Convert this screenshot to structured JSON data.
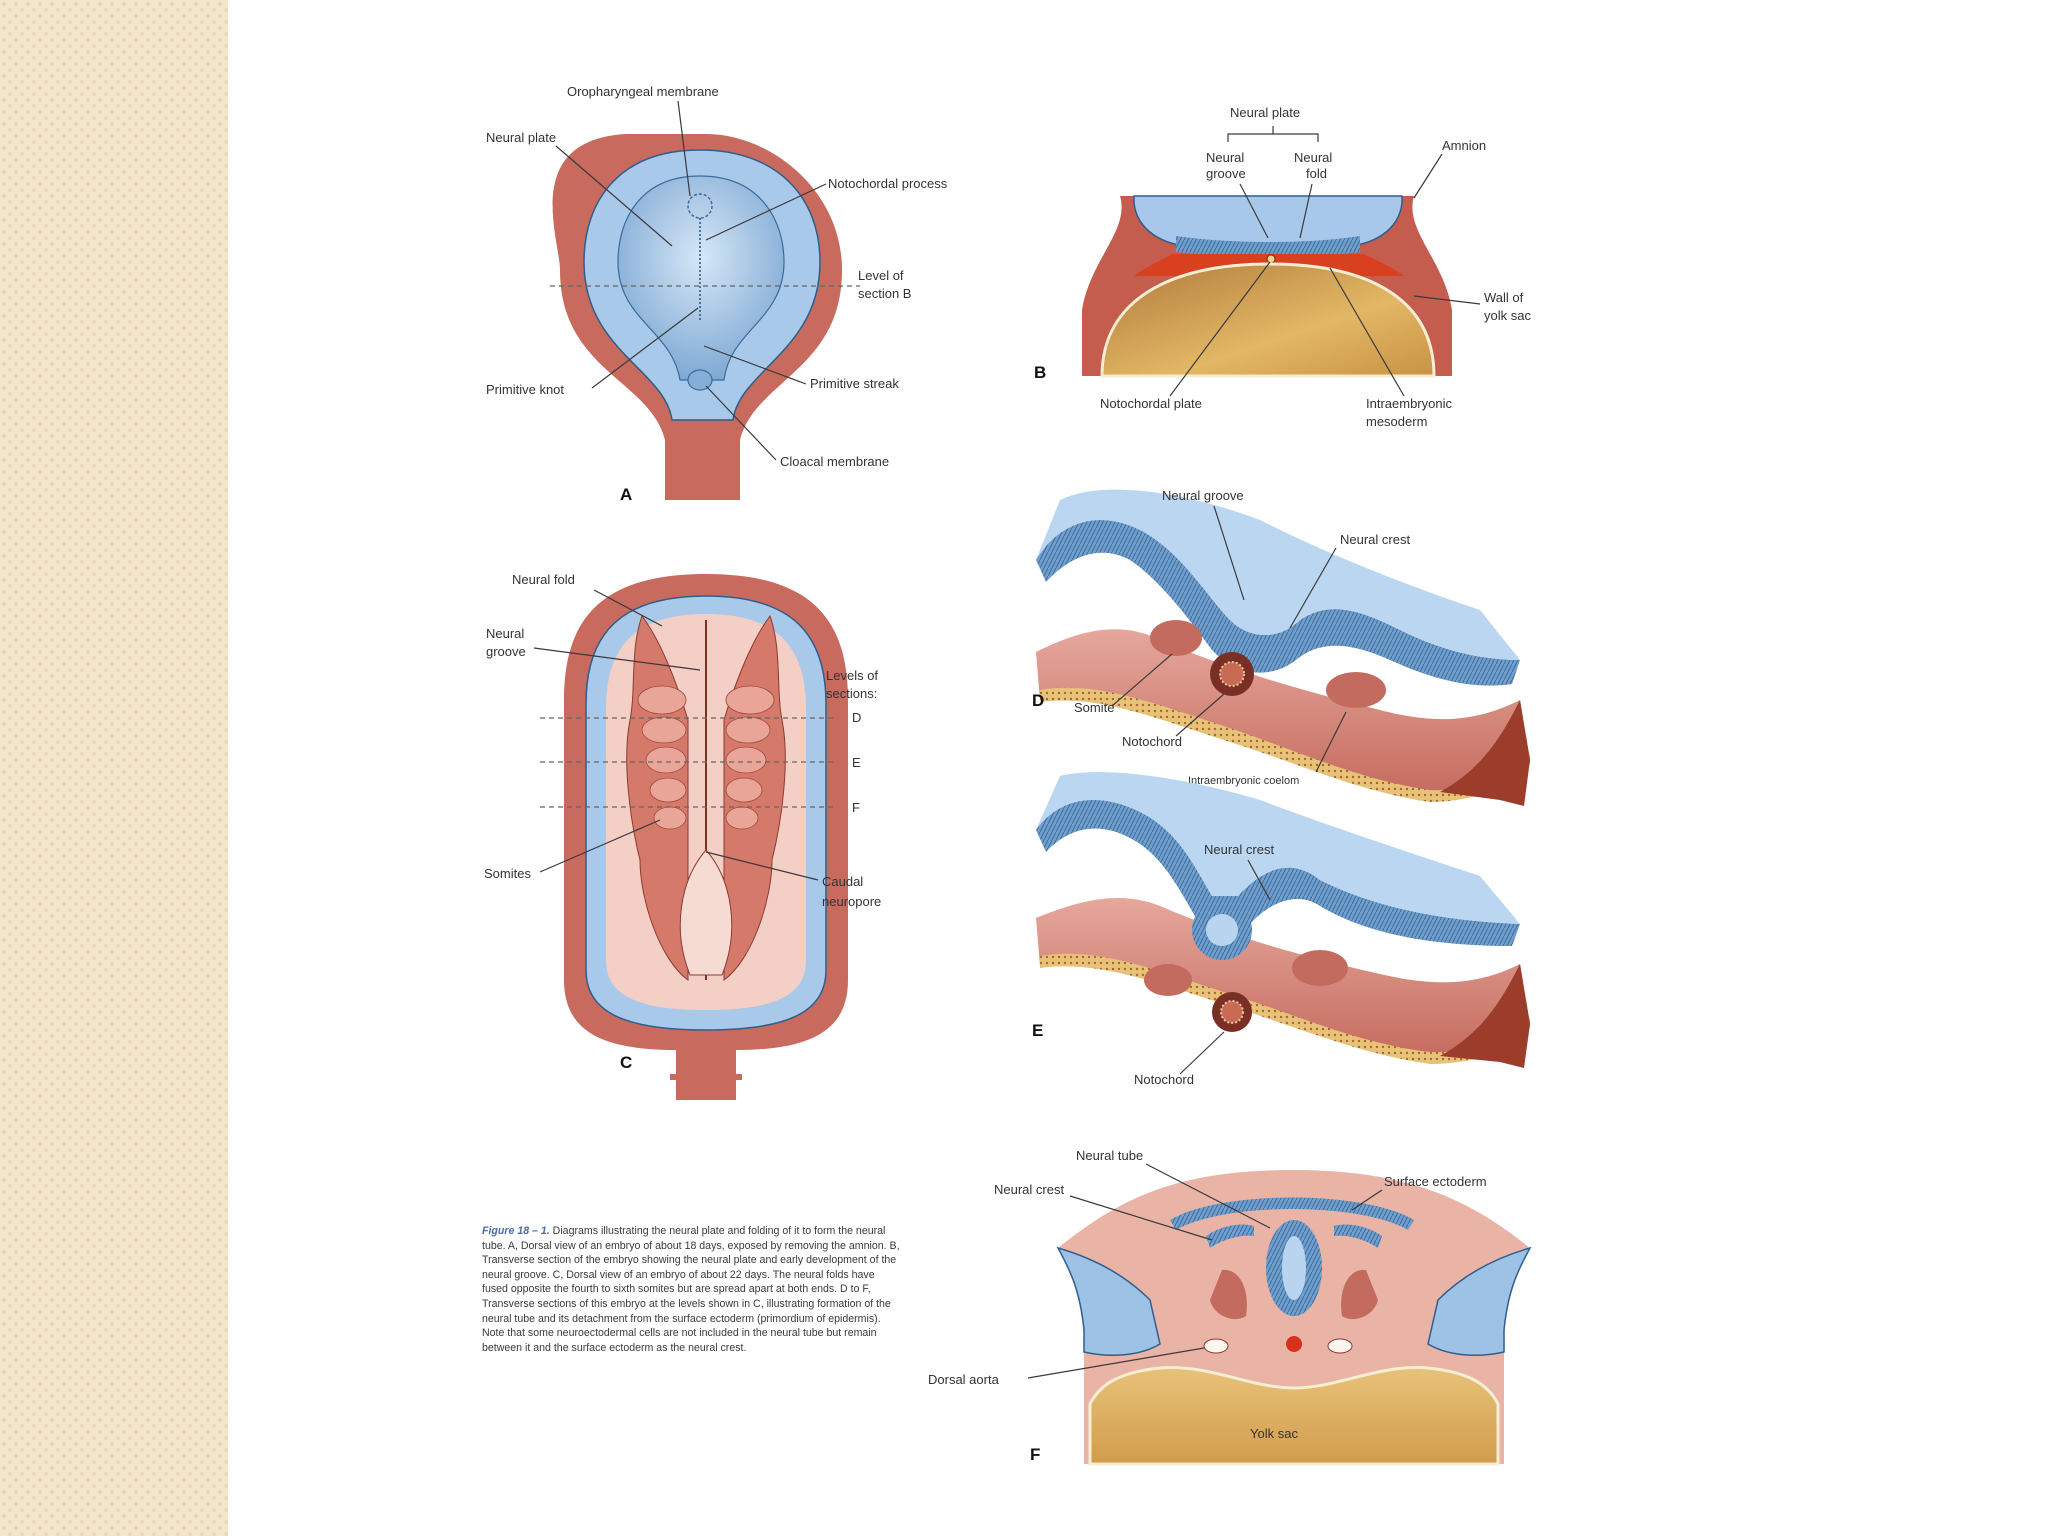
{
  "colors": {
    "background": "#ffffff",
    "side_band": "#f3e6cb",
    "embryo_wall": "#c56a5e",
    "ectoderm_blue": "#9ec2e6",
    "neural_blue": "#6d9cc9",
    "yolk": "#d7a856",
    "notochord_red": "#d23a22"
  },
  "panels": {
    "a": {
      "letter": "A",
      "labels": {
        "oropharyngeal_membrane": "Oropharyngeal membrane",
        "neural_plate": "Neural plate",
        "notochordal_process": "Notochordal process",
        "level_of_section_b_1": "Level of",
        "level_of_section_b_2": "section B",
        "primitive_knot": "Primitive knot",
        "primitive_streak": "Primitive streak",
        "cloacal_membrane": "Cloacal membrane"
      }
    },
    "b": {
      "letter": "B",
      "labels": {
        "neural_plate": "Neural plate",
        "neural_groove_1": "Neural",
        "neural_groove_2": "groove",
        "neural_fold_1": "Neural",
        "neural_fold_2": "fold",
        "amnion": "Amnion",
        "wall_of_yolk_sac_1": "Wall of",
        "wall_of_yolk_sac_2": "yolk sac",
        "notochordal_plate": "Notochordal plate",
        "intraembryonic_mesoderm_1": "Intraembryonic",
        "intraembryonic_mesoderm_2": "mesoderm"
      }
    },
    "c": {
      "letter": "C",
      "labels": {
        "neural_fold": "Neural fold",
        "neural_groove_1": "Neural",
        "neural_groove_2": "groove",
        "levels_of_sections_1": "Levels of",
        "levels_of_sections_2": "sections:",
        "level_d": "D",
        "level_e": "E",
        "level_f": "F",
        "somites": "Somites",
        "caudal_neuropore_1": "Caudal",
        "caudal_neuropore_2": "neuropore"
      }
    },
    "d": {
      "letter": "D",
      "labels": {
        "neural_groove": "Neural groove",
        "neural_crest": "Neural crest",
        "somite": "Somite",
        "notochord": "Notochord",
        "intraembryonic_coelom": "Intraembryonic coelom"
      }
    },
    "e": {
      "letter": "E",
      "labels": {
        "neural_crest": "Neural crest",
        "notochord": "Notochord"
      }
    },
    "f": {
      "letter": "F",
      "labels": {
        "neural_tube": "Neural tube",
        "neural_crest": "Neural crest",
        "surface_ectoderm": "Surface ectoderm",
        "dorsal_aorta": "Dorsal aorta",
        "yolk_sac": "Yolk sac"
      }
    }
  },
  "caption": {
    "figure_ref": "Figure 18 – 1.",
    "text": "Diagrams illustrating the neural plate and folding of it to form the neural tube. A, Dorsal view of an embryo of about 18 days, exposed by removing the amnion. B, Transverse section of the embryo showing the neural plate and early development of the neural groove. C, Dorsal view of an embryo of about 22 days. The neural folds have fused opposite the fourth to sixth somites but are spread apart at both ends. D to F, Transverse sections of this embryo at the levels shown in C, illustrating formation of the neural tube and its detachment from the surface ectoderm (primordium of epidermis). Note that some neuroectodermal cells are not included in the neural tube but remain between it and the surface ectoderm as the neural crest."
  }
}
